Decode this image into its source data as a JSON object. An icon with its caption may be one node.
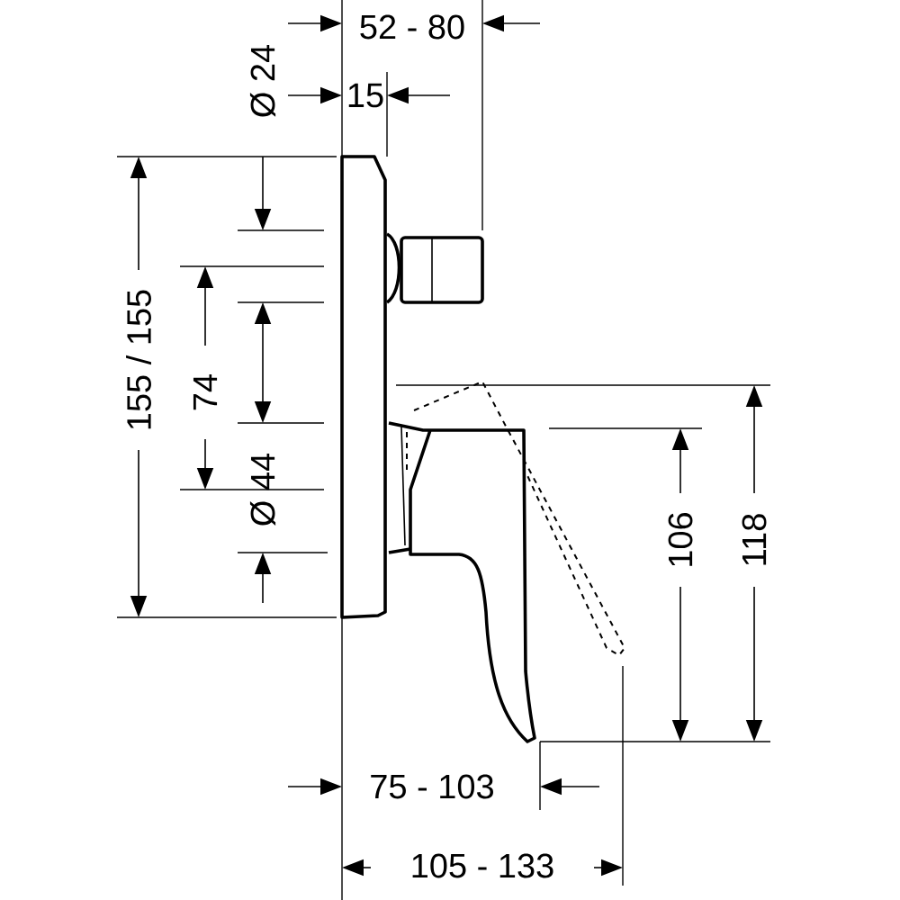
{
  "diagram": {
    "labels": [
      "52 - 80",
      "Ø 24",
      "15",
      "155 / 155",
      "74",
      "Ø 44",
      "106",
      "118",
      "75 - 103",
      "105 - 133"
    ]
  }
}
